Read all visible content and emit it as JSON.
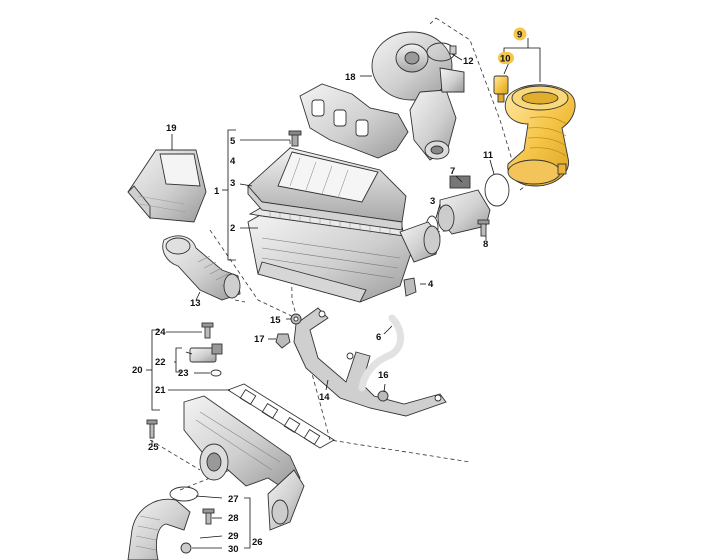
{
  "diagram": {
    "callouts": {
      "c1": "1",
      "c2": "2",
      "c3a": "3",
      "c3b": "3",
      "c4a": "4",
      "c4b": "4",
      "c5": "5",
      "c6": "6",
      "c7": "7",
      "c8": "8",
      "c9": "9",
      "c10": "10",
      "c11": "11",
      "c12": "12",
      "c13": "13",
      "c14": "14",
      "c15": "15",
      "c16": "16",
      "c17": "17",
      "c18": "18",
      "c19": "19",
      "c20": "20",
      "c21": "21",
      "c22": "22",
      "c23": "23",
      "c24": "24",
      "c25": "25",
      "c26": "26",
      "c27": "27",
      "c28": "28",
      "c29": "29",
      "c30": "30"
    },
    "colors": {
      "highlight": "#f6c64a",
      "highlight_dark": "#d9a21f",
      "metal_light": "#e6e6e6",
      "metal_mid": "#bdbdbd",
      "metal_dark": "#8a8a8a"
    }
  }
}
